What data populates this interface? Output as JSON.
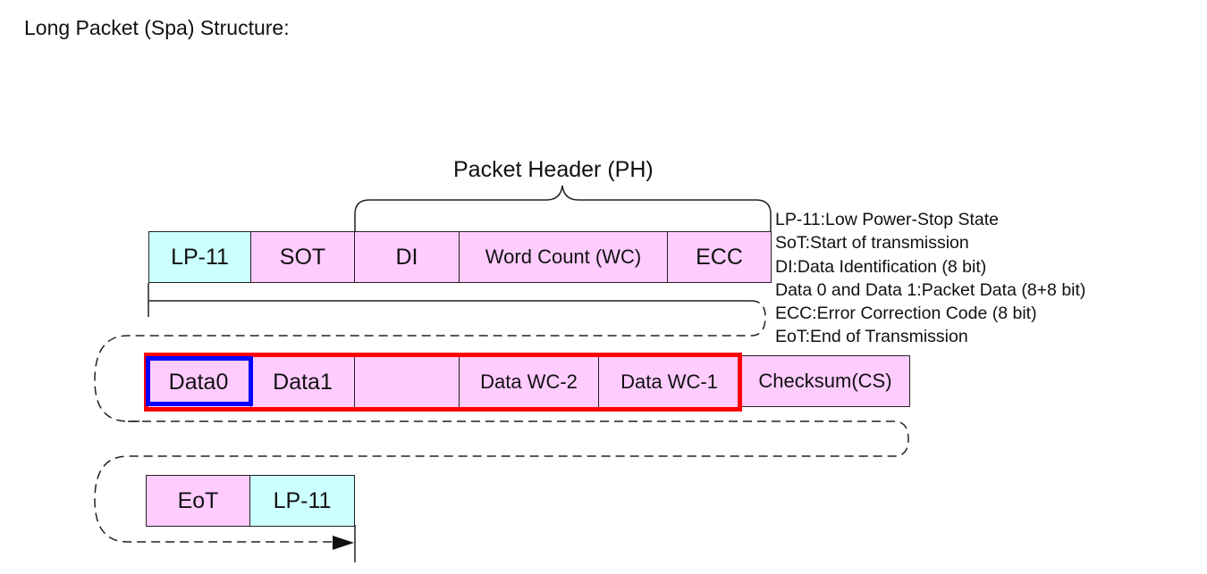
{
  "title": "Long Packet (Spa) Structure:",
  "packet_header_label": "Packet Header (PH)",
  "row1": [
    {
      "label": "LP-11",
      "color": "#ccffff"
    },
    {
      "label": "SOT",
      "color": "#ffccff"
    },
    {
      "label": "DI",
      "color": "#ffccff"
    },
    {
      "label": "Word Count (WC)",
      "color": "#ffccff"
    },
    {
      "label": "ECC",
      "color": "#ffccff"
    }
  ],
  "row2": [
    {
      "label": "Data0",
      "color": "#ffccff"
    },
    {
      "label": "Data1",
      "color": "#ffccff"
    },
    {
      "label": "",
      "color": "#ffccff"
    },
    {
      "label": "Data WC-2",
      "color": "#ffccff"
    },
    {
      "label": "Data WC-1",
      "color": "#ffccff"
    },
    {
      "label": "Checksum(CS)",
      "color": "#ffccff"
    }
  ],
  "row3": [
    {
      "label": "EoT",
      "color": "#ffccff"
    },
    {
      "label": "LP-11",
      "color": "#ccffff"
    }
  ],
  "legend": [
    "LP-11:Low Power-Stop State",
    "SoT:Start of transmission",
    "DI:Data Identification (8 bit)",
    "Data 0 and Data 1:Packet Data (8+8 bit)",
    "ECC:Error Correction Code (8 bit)",
    "EoT:End of Transmission"
  ],
  "highlights": {
    "payload_frame": "#ff0000",
    "data0_frame": "#0000ff"
  }
}
